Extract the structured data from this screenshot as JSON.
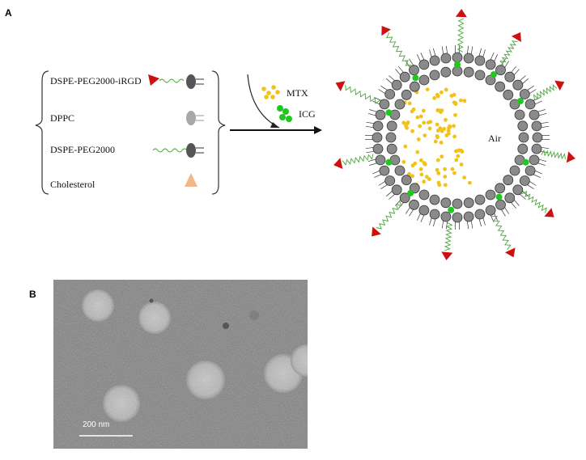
{
  "panels": {
    "a_label": "A",
    "b_label": "B"
  },
  "components": [
    {
      "label": "DSPE-PEG2000-iRGD"
    },
    {
      "label": "DPPC"
    },
    {
      "label": "DSPE-PEG2000"
    },
    {
      "label": "Cholesterol"
    }
  ],
  "cargo": {
    "drug_label": "MTX",
    "dye_label": "ICG"
  },
  "bubble": {
    "core_label": "Air"
  },
  "tem": {
    "scale_label": "200 nm"
  },
  "colors": {
    "peptide_red": "#cc1111",
    "peg_green": "#4aa83a",
    "dppc_gray": "#a8a8a8",
    "dspe_dark": "#555555",
    "cholesterol": "#f5b58a",
    "mtx_yellow": "#f2c21a",
    "icg_green": "#1ec81e",
    "lipid_head": "#8a8a8a"
  }
}
